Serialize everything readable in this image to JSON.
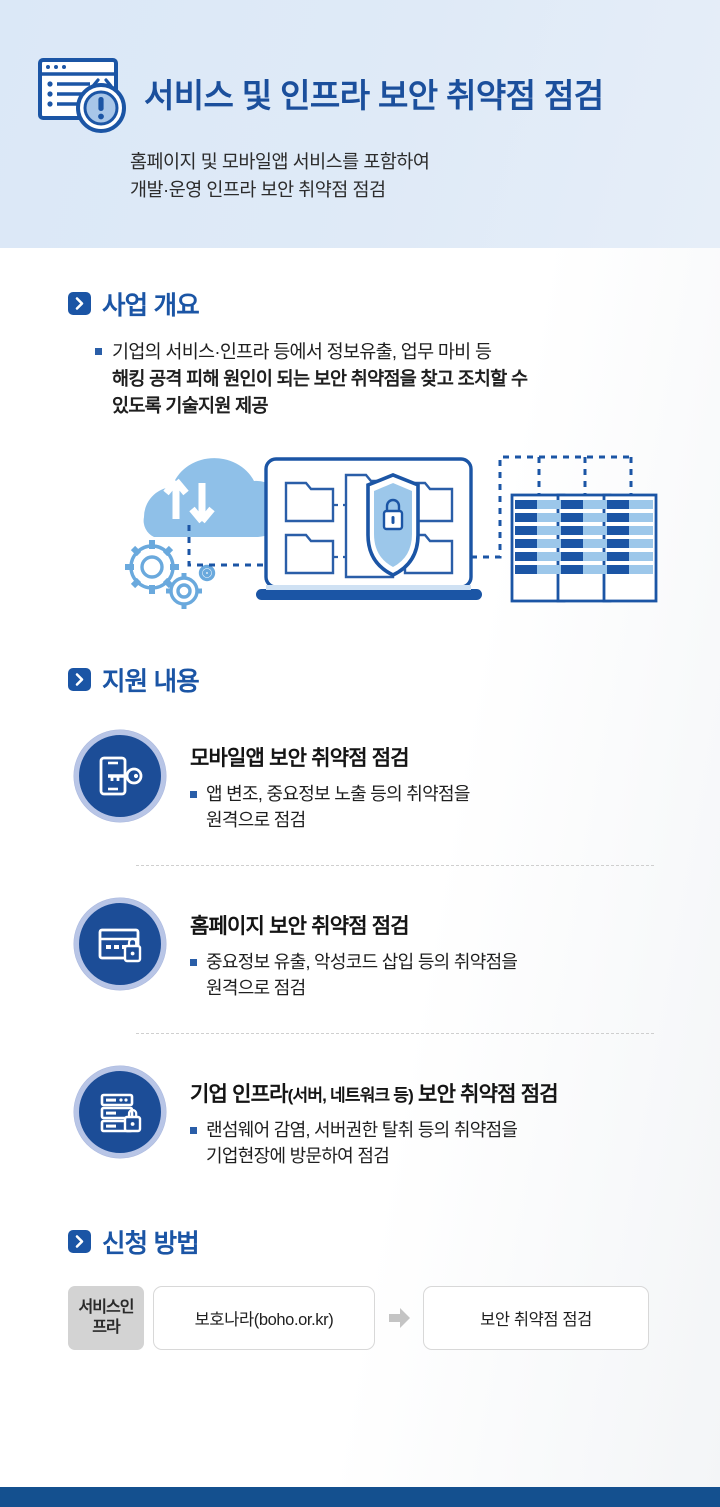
{
  "header": {
    "icon": "browser-code-alert-icon",
    "title": "서비스 및 인프라 보안 취약점 점검",
    "subtitle_line1": "홈페이지 및 모바일앱 서비스를 포함하여",
    "subtitle_line2": "개발·운영 인프라 보안 취약점 점검",
    "bg_color": "#dfeaf7",
    "title_color": "#1b4f9c"
  },
  "sections": {
    "overview": {
      "marker_icon": "chevron-right-icon",
      "title": "사업 개요",
      "bullet_icon": "square-bullet-icon",
      "text_line1": "기업의 서비스·인프라 등에서 정보유출, 업무 마비 등",
      "text_line2": "해킹 공격 피해 원인이 되는 보안 취약점을 찾고 조치할 수",
      "text_line3": "있도록 기술지원 제공",
      "illustration": "cloud-gears-laptop-shield-servers-diagram"
    },
    "support": {
      "marker_icon": "chevron-right-icon",
      "title": "지원 내용",
      "items": [
        {
          "icon": "mobile-key-icon",
          "title": "모바일앱 보안 취약점 점검",
          "title_paren": "",
          "title_tail": "",
          "desc_line1": "앱 변조, 중요정보 노출 등의 취약점을",
          "desc_line2": "원격으로 점검"
        },
        {
          "icon": "browser-lock-icon",
          "title": "홈페이지 보안 취약점 점검",
          "title_paren": "",
          "title_tail": "",
          "desc_line1": "중요정보 유출, 악성코드 삽입 등의 취약점을",
          "desc_line2": "원격으로 점검"
        },
        {
          "icon": "server-lock-icon",
          "title": "기업 인프라",
          "title_paren": "(서버, 네트워크 등)",
          "title_tail": " 보안 취약점 점검",
          "desc_line1": "랜섬웨어 감염, 서버권한 탈취 등의 취약점을",
          "desc_line2": "기업현장에 방문하여 점검"
        }
      ],
      "circle_color": "#1c4d97",
      "circle_ring_color": "#b8c5e6"
    },
    "apply": {
      "marker_icon": "chevron-right-icon",
      "title": "신청 방법",
      "flow": {
        "badge_line1": "서비스인",
        "badge_line2": "프라",
        "step1": "보호나라(boho.or.kr)",
        "arrow_icon": "arrow-right-icon",
        "step2": "보안 취약점 점검"
      }
    }
  },
  "footer": {
    "bar_color": "#14508f"
  }
}
